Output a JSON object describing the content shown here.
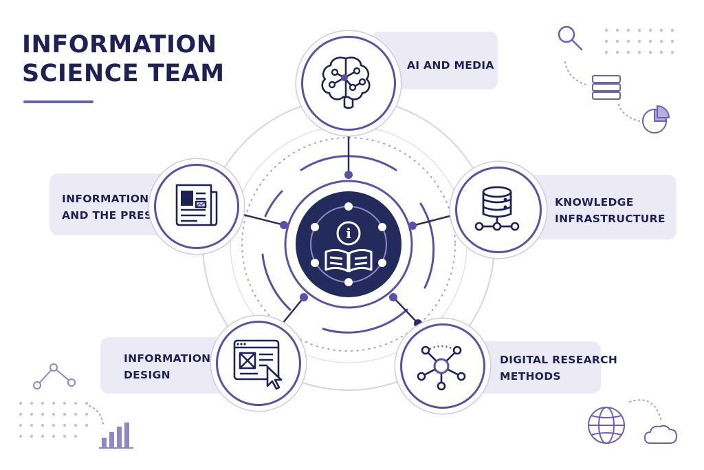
{
  "title": {
    "line1": "INFORMATION",
    "line2": "SCIENCE TEAM"
  },
  "center": {
    "icon": "info-book-icon"
  },
  "topics": [
    {
      "label_lines": [
        "AI AND MEDIA"
      ],
      "icon": "brain-network-icon"
    },
    {
      "label_lines": [
        "KNOWLEDGE",
        "INFRASTRUCTURE"
      ],
      "icon": "database-icon"
    },
    {
      "label_lines": [
        "DIGITAL RESEARCH",
        "METHODS"
      ],
      "icon": "network-graph-icon"
    },
    {
      "label_lines": [
        "INFORMATION",
        "DESIGN"
      ],
      "icon": "browser-cursor-icon"
    },
    {
      "label_lines": [
        "INFORMATION",
        "AND THE PRESS"
      ],
      "icon": "newspaper-icon"
    }
  ],
  "decorations": {
    "top_right": [
      "magnifier-icon",
      "books-icon",
      "pie-chart-icon"
    ],
    "bottom_left": [
      "line-graph-icon",
      "bar-chart-icon"
    ],
    "bottom_right": [
      "globe-icon",
      "cloud-icon"
    ]
  },
  "colors": {
    "navy": "#1f2156",
    "purple": "#5b4fa8",
    "pill": "#ecebf5",
    "center": "#232a5c"
  }
}
